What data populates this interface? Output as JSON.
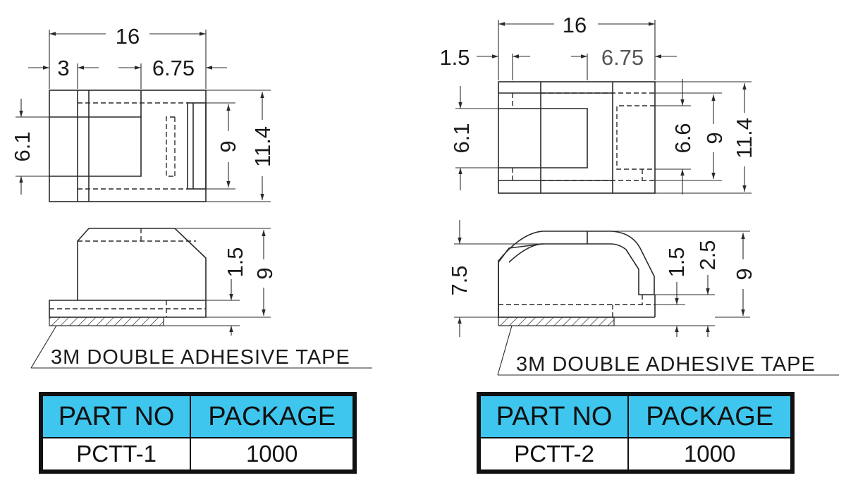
{
  "left_drawing": {
    "dims": {
      "overall_width": "16",
      "left_width": "3",
      "right_width": "6.75",
      "inner_height": "6.1",
      "slot_height": "9",
      "overall_height": "11.4",
      "tape_height": "1.5",
      "side_height": "9"
    },
    "note": "3M DOUBLE ADHESIVE TAPE"
  },
  "right_drawing": {
    "dims": {
      "overall_width": "16",
      "left_width": "1.5",
      "right_width": "6.75",
      "inner_height": "6.1",
      "inner_height_2": "6.6",
      "slot_height": "9",
      "overall_height": "11.4",
      "side_height_left": "7.5",
      "tape_height": "1.5",
      "step_height": "2.5",
      "side_height": "9"
    },
    "note": "3M DOUBLE ADHESIVE TAPE"
  },
  "tables": [
    {
      "headers": [
        "PART NO",
        "PACKAGE"
      ],
      "row": [
        "PCTT-1",
        "1000"
      ],
      "header_color": "#3fc6ee"
    },
    {
      "headers": [
        "PART NO",
        "PACKAGE"
      ],
      "row": [
        "PCTT-2",
        "1000"
      ],
      "header_color": "#3fc6ee"
    }
  ]
}
